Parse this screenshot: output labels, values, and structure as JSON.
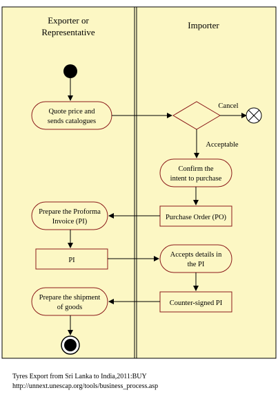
{
  "lanes": {
    "exporter": [
      "Exporter or",
      "Representative"
    ],
    "importer": "Importer"
  },
  "nodes": {
    "quote": [
      "Quote price and",
      "sends catalogues"
    ],
    "cancel": "Cancel",
    "acceptable": "Acceptable",
    "confirm": [
      "Confirm the",
      "intent to purchase"
    ],
    "po": "Purchase Order (PO)",
    "prepare_pi": [
      "Prepare the Proforma",
      "Invoice (PI)"
    ],
    "pi": "PI",
    "accepts": [
      "Accepts details in",
      "the PI"
    ],
    "counter": "Counter-signed PI",
    "shipment": [
      "Prepare the shipment",
      "of goods"
    ]
  },
  "caption": {
    "line1": "Tyres Export from Sri Lanka to India,2011:BUY",
    "line2": "http://unnext.unescap.org/tools/business_process.asp"
  },
  "colors": {
    "background": "#fcf7c4",
    "border": "#000000",
    "shape_stroke": "#8b1a1a",
    "arrow": "#000000"
  }
}
